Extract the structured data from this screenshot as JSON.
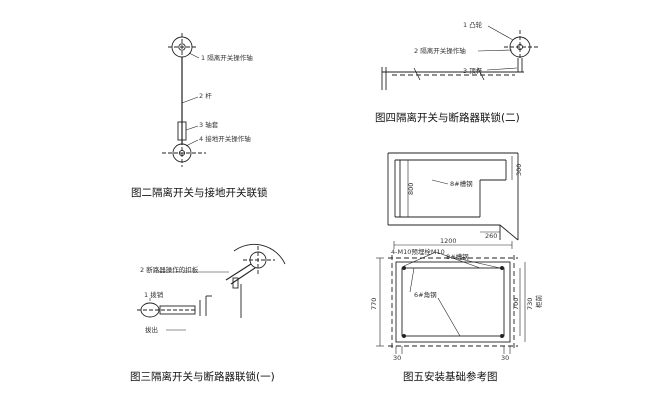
{
  "fig2": {
    "caption": "图二隔离开关与接地开关联锁",
    "labels": [
      "1 隔离开关操作轴",
      "2 杆",
      "3 轴套",
      "4 接地开关操作轴"
    ]
  },
  "fig3": {
    "caption": "图三隔离开关与断路器联锁(一)",
    "labels": [
      "2 断路器操作的扣板",
      "1 拨销",
      "拔出"
    ]
  },
  "fig4": {
    "caption": "图四隔离开关与断路器联锁(二)",
    "labels": [
      "1 凸轮",
      "2 隔离开关操作轴",
      "3 顶杆"
    ]
  },
  "fig5": {
    "caption": "图五安装基础参考图",
    "labels": [
      "8#槽钢",
      "4-M10预埋栓M10",
      "8#槽钢",
      "6#角钢",
      "柜前"
    ],
    "dims": [
      "300",
      "800",
      "260",
      "1200",
      "770",
      "700",
      "730",
      "30",
      "30"
    ]
  }
}
